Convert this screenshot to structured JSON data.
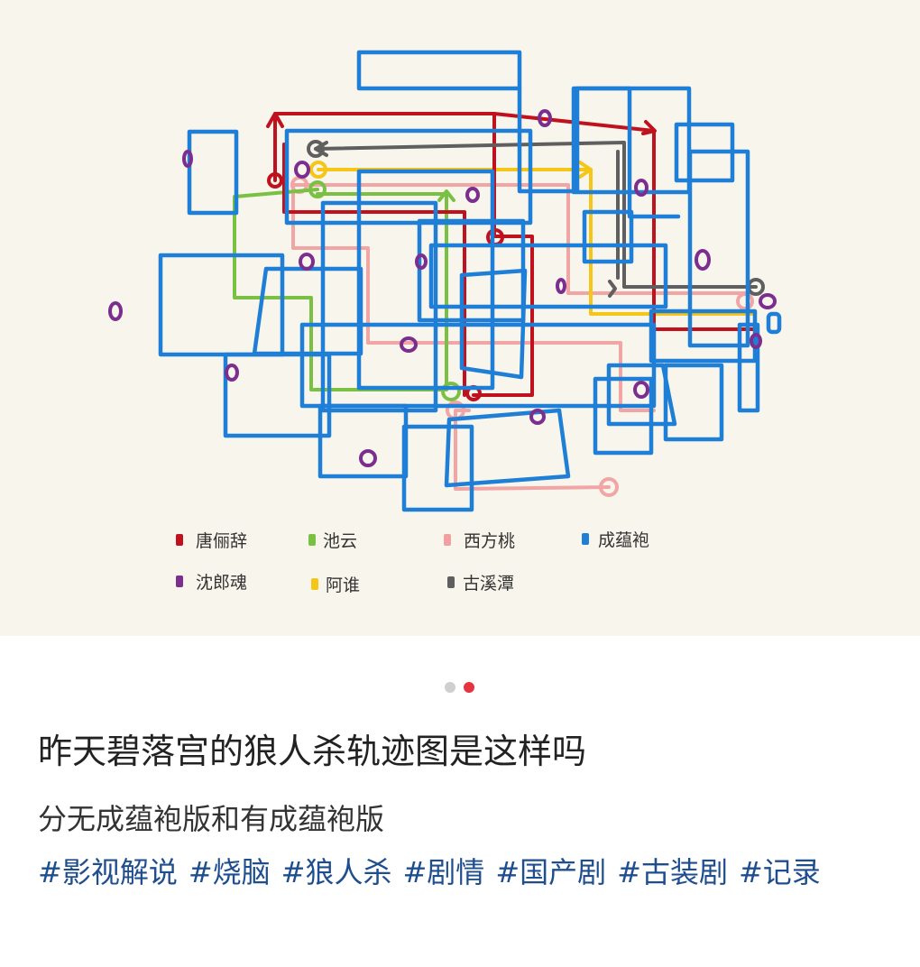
{
  "legend": [
    {
      "label": "唐俪辞",
      "color": "#c0121e"
    },
    {
      "label": "池云",
      "color": "#7ac143"
    },
    {
      "label": "西方桃",
      "color": "#f0a0a0"
    },
    {
      "label": "成蕴袍",
      "color": "#1f7fd6"
    },
    {
      "label": "沈郎魂",
      "color": "#7b2e8e"
    },
    {
      "label": "阿谁",
      "color": "#f5c518"
    },
    {
      "label": "古溪潭",
      "color": "#5f5f5f"
    }
  ],
  "carousel": {
    "total": 2,
    "active_index": 1
  },
  "post": {
    "title": "昨天碧落宫的狼人杀轨迹图是这样吗",
    "description": "分无成蕴袍版和有成蕴袍版",
    "tags": [
      "#影视解说",
      "#烧脑",
      "#狼人杀",
      "#剧情",
      "#国产剧",
      "#古装剧",
      "#记录"
    ]
  }
}
